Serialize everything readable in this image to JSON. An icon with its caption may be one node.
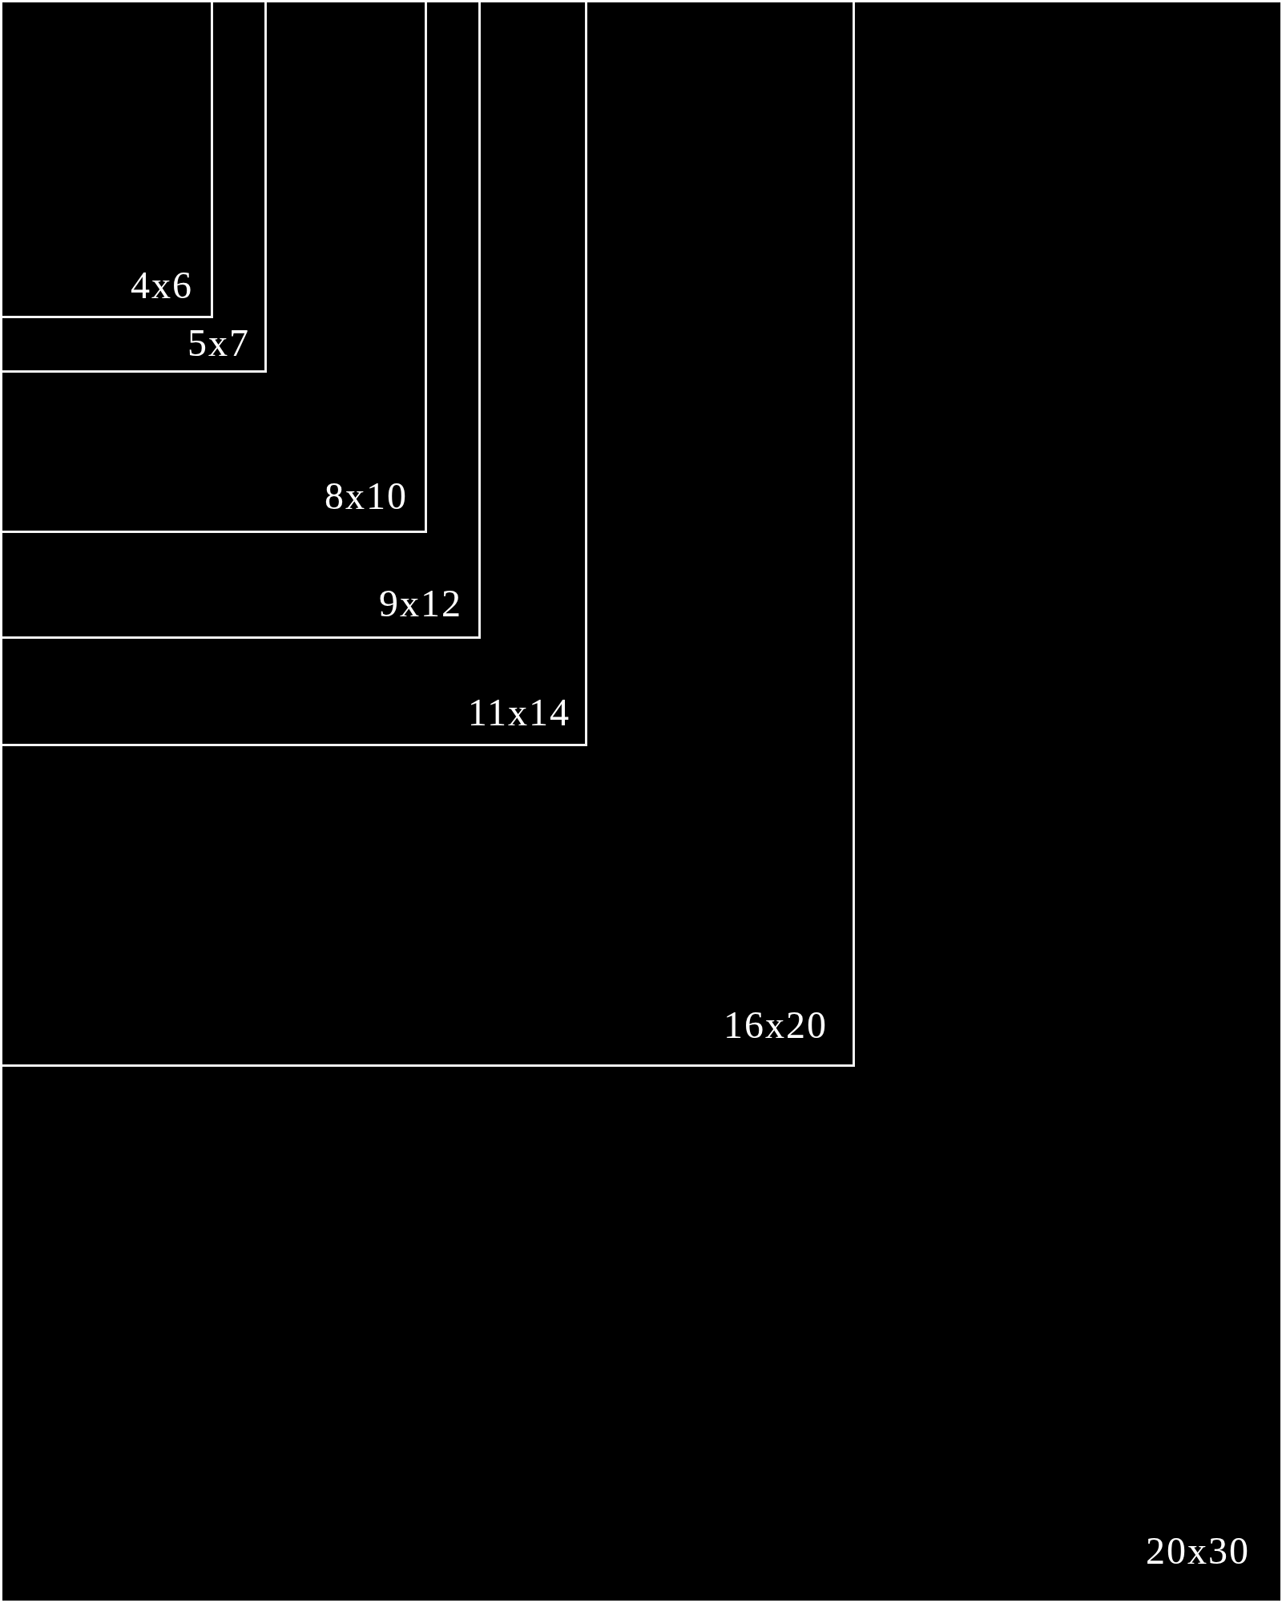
{
  "diagram": {
    "nodes": [
      {
        "text": [
          "20x30"
        ]
      },
      {
        "text": [
          "16x20"
        ],
        "in": 0
      },
      {
        "text": [
          "11x14"
        ],
        "in": 1
      },
      {
        "text": [
          "9x12"
        ],
        "in": 2
      },
      {
        "text": [
          "8x10"
        ],
        "in": 3
      },
      {
        "text": [
          "5x7"
        ],
        "in": 4
      },
      {
        "text": [
          "4x6"
        ],
        "in": 5
      }
    ]
  }
}
